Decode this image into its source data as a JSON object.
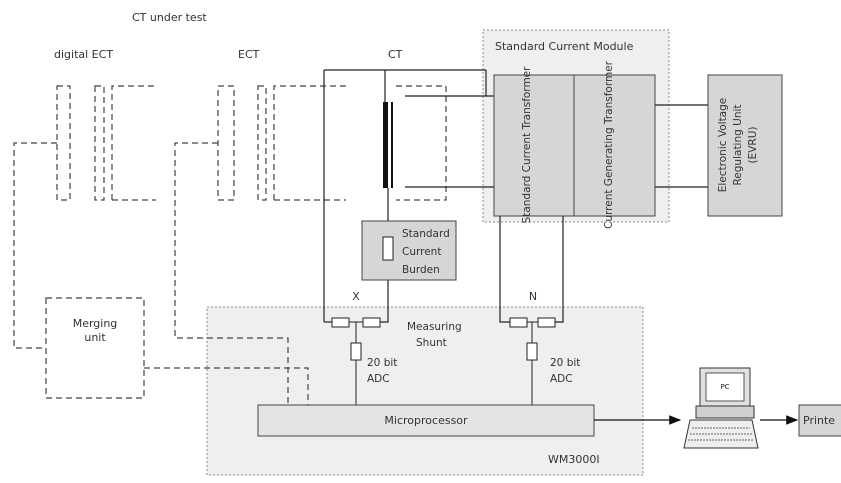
{
  "labels": {
    "ct_under_test": "CT under test",
    "digital_ect": "digital ECT",
    "ect": "ECT",
    "ct": "CT",
    "standard_current_module": "Standard Current Module",
    "standard_current_transformer": "Standard Current Transformer",
    "current_generating_transformer": "Current Generating Transformer",
    "evru_line1": "Electronic Voltage",
    "evru_line2": "Regulating Unit",
    "evru_line3": "(EVRU)",
    "burden_line1": "Standard",
    "burden_line2": "Current",
    "burden_line3": "Burden",
    "x": "X",
    "n": "N",
    "measuring_shunt_line1": "Measuring",
    "measuring_shunt_line2": "Shunt",
    "adc_x_line1": "20 bit",
    "adc_x_line2": "ADC",
    "adc_n_line1": "20 bit",
    "adc_n_line2": "ADC",
    "merging_unit_line1": "Merging",
    "merging_unit_line2": "unit",
    "microprocessor": "Microprocessor",
    "wm3000i": "WM3000I",
    "pc": "PC",
    "printer": "Printe"
  }
}
